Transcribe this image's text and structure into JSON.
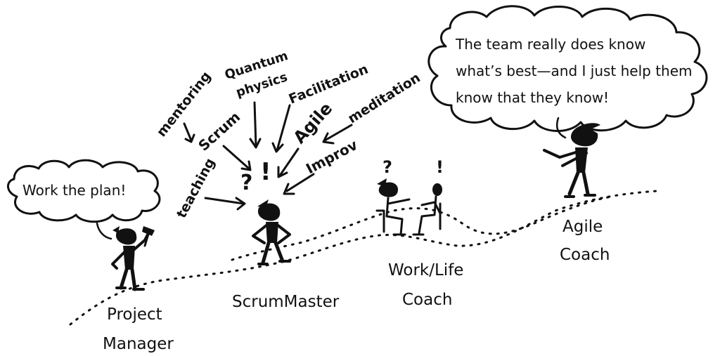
{
  "bubbles": {
    "project_manager": "Work the plan!",
    "agile_coach": [
      "The team really does know",
      "what’s best—and I just help them",
      "know that they know!"
    ]
  },
  "roles": {
    "project_manager": [
      "Project",
      "Manager"
    ],
    "scrum_master": "ScrumMaster",
    "work_life_coach": [
      "Work/Life",
      "Coach"
    ],
    "agile_coach": [
      "Agile",
      "Coach"
    ]
  },
  "skills": {
    "mentoring": "mentoring",
    "quantum": [
      "Quantum",
      "physics"
    ],
    "facilitation": "Facilitation",
    "scrum": "Scrum",
    "agile": "Agile",
    "meditation": "meditation",
    "improv": "Improv",
    "teaching": "teaching"
  },
  "marks": {
    "question": "?",
    "exclaim": "!"
  }
}
